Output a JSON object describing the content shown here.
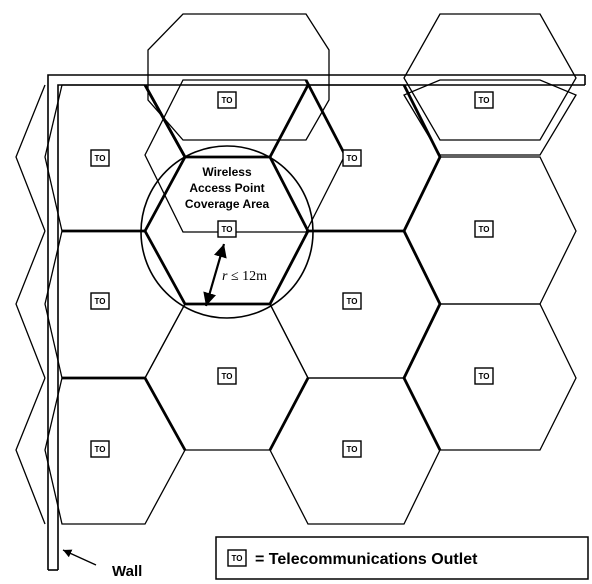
{
  "outlet_label": "TO",
  "coverage_label": {
    "line1": "Wireless",
    "line2": "Access Point",
    "line3": "Coverage Area"
  },
  "radius_label": {
    "var": "r",
    "rest": " ≤ 12m"
  },
  "wall_label": "Wall",
  "legend": {
    "icon_label": "TO",
    "text": "= Telecommunications Outlet"
  }
}
